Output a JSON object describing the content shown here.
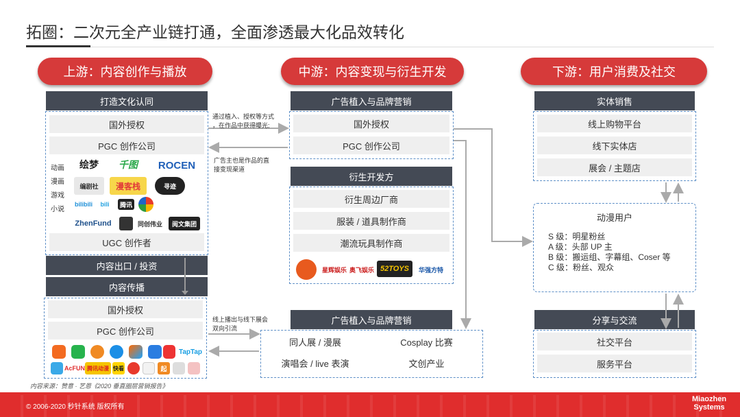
{
  "title": "拓圈：二次元全产业链打通，全面渗透最大化品效转化",
  "upstream": {
    "pill": "上游：内容创作与播放",
    "header1": "打造文化认同",
    "rows1": [
      "国外授权",
      "PGC 创作公司"
    ],
    "genres": [
      "动画",
      "漫画",
      "游戏",
      "小说"
    ],
    "logos": [
      "绘梦",
      "千图",
      "ROCEN",
      "编剧社",
      "漫客栈",
      "寻迹",
      "bilibili",
      "",
      "腾讯",
      "",
      "ZhenFund",
      "",
      "同创伟业",
      "阅文集团"
    ],
    "ugc": "UGC 创作者",
    "header2": "内容出口 / 投资",
    "header3": "内容传播",
    "rows2": [
      "国外授权",
      "PGC 创作公司"
    ],
    "logos2": [
      "",
      "",
      "",
      "",
      "",
      "",
      "",
      "TapTap",
      "",
      "AcFUN",
      "腾讯动漫",
      "快看",
      "",
      "",
      "起",
      "",
      ""
    ]
  },
  "midstream": {
    "pill": "中游：内容变现与衍生开发",
    "header1": "广告植入与品牌营销",
    "rows1": [
      "国外授权",
      "PGC 创作公司"
    ],
    "header2": "衍生开发方",
    "rows2": [
      "衍生周边厂商",
      "服装 / 道具制作商",
      "潮流玩具制作商"
    ],
    "logos": [
      "",
      "星辉娱乐",
      "奥飞娱乐",
      "52TOYS",
      "华强方特"
    ],
    "header3": "广告植入与品牌营销",
    "grid": [
      "同人展 / 漫展",
      "Cosplay 比赛",
      "演唱会 / live 表演",
      "文创产业"
    ]
  },
  "downstream": {
    "pill": "下游：用户消费及社交",
    "header1": "实体销售",
    "rows1": [
      "线上购物平台",
      "线下实体店",
      "展会 / 主题店"
    ],
    "users_title": "动漫用户",
    "users": [
      "S 级：明星粉丝",
      "A 级：头部 UP 主",
      "B 级：搬运组、字幕组、Coser 等",
      "C 级：粉丝、观众"
    ],
    "header2": "分享与交流",
    "rows2": [
      "社交平台",
      "服务平台"
    ]
  },
  "notes": {
    "n1": "通过植入、授权等方式\n，在作品中获得曝光;",
    "n2": "广告主也是作品的直\n接变现渠道",
    "n3": "线上播出与线下展会\n双向引流"
  },
  "source": "内容来源：赞意 · 艺恩《2020 垂直圈层营销报告》",
  "footer": {
    "copyright": "© 2006-2020 秒针系统 版权所有",
    "brand": "Miaozhen\nSystems"
  },
  "colors": {
    "accent": "#d63a3a",
    "header": "#444a55",
    "dash": "#5d8fc7",
    "footer": "#e02d2d"
  }
}
